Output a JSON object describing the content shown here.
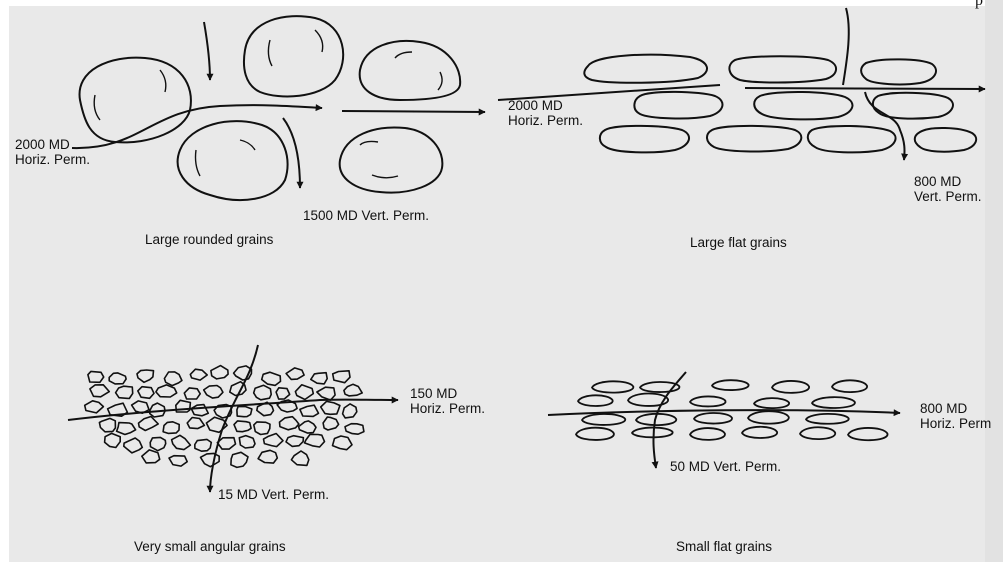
{
  "page_number": "p",
  "panels": [
    {
      "caption": "Large rounded grains",
      "labels": [
        {
          "value": "2000 MD",
          "unit": "Horiz. Perm."
        },
        {
          "value": "1500 MD Vert. Perm."
        }
      ]
    },
    {
      "caption": "Large flat grains",
      "labels": [
        {
          "value": "2000 MD",
          "unit": "Horiz. Perm."
        },
        {
          "value": "800 MD",
          "unit": "Vert. Perm."
        }
      ]
    },
    {
      "caption": "Very small angular grains",
      "labels": [
        {
          "value": "150 MD",
          "unit": "Horiz. Perm."
        },
        {
          "value": "15 MD Vert. Perm."
        }
      ]
    },
    {
      "caption": "Small flat grains",
      "labels": [
        {
          "value": "800 MD",
          "unit": "Horiz. Perm"
        },
        {
          "value": "50 MD Vert. Perm."
        }
      ]
    }
  ]
}
